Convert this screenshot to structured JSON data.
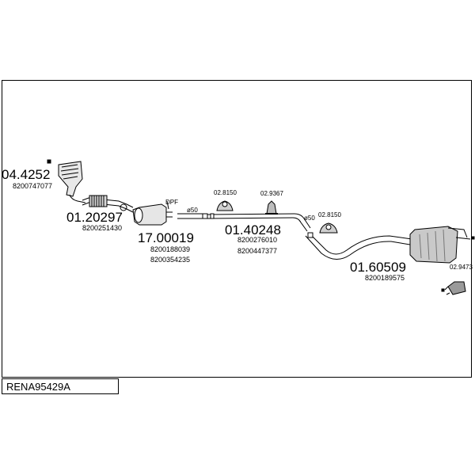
{
  "diagram_code": "RENA95429A",
  "parts": [
    {
      "id": "part-catalyst",
      "number": "04.4252",
      "refs": [
        "8200747077"
      ]
    },
    {
      "id": "part-front-pipe",
      "number": "01.20297",
      "refs": [
        "8200251430"
      ]
    },
    {
      "id": "part-dpf",
      "number": "17.00019",
      "refs": [
        "8200188039",
        "8200354235"
      ],
      "tag": "DPF"
    },
    {
      "id": "part-middle-pipe",
      "number": "01.40248",
      "refs": [
        "8200276010",
        "8200447377"
      ]
    },
    {
      "id": "part-rear-silencer",
      "number": "01.60509",
      "refs": [
        "8200189575"
      ]
    }
  ],
  "accessories": [
    {
      "id": "hanger-1",
      "number": "02.8150"
    },
    {
      "id": "hanger-2",
      "number": "02.9367"
    },
    {
      "id": "hanger-3",
      "number": "02.8150"
    },
    {
      "id": "bracket-rear",
      "number": "02.9473"
    }
  ],
  "diameters": [
    "ø50",
    "ø50"
  ]
}
